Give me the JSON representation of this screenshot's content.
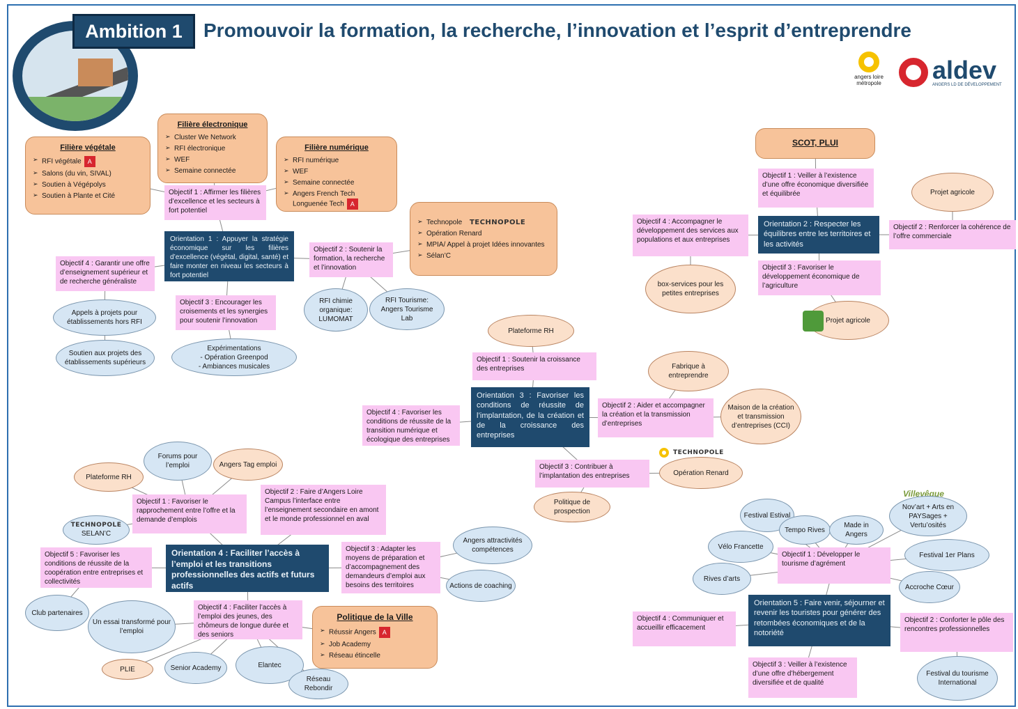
{
  "header": {
    "ambition": "Ambition 1",
    "title": "Promouvoir la formation, la recherche, l’innovation et l’esprit d’entreprendre"
  },
  "logos": {
    "alm": "angers loire métropole",
    "aldev": "aldev",
    "aldev_sub": "ANGERS LD DE DÉVELOPPEMENT",
    "technopole": "TECHNOPOLE"
  },
  "o1": {
    "orientation": "Orientation 1 : Appuyer la stratégie économique sur les filières d’excellence (végétal, digital, santé) et faire monter en niveau les secteurs à fort potentiel",
    "obj1": "Objectif 1 : Affirmer les filières d’excellence et les secteurs à fort potentiel",
    "obj2": "Objectif 2 : Soutenir la formation, la recherche et l’innovation",
    "obj3": "Objectif 3 : Encourager les croisements et les synergies pour soutenir l’innovation",
    "obj4": "Objectif 4 : Garantir une offre d’enseignement supérieur et de recherche généraliste",
    "vegetale": {
      "title": "Filière végétale",
      "items": [
        "RFI végétale",
        "Salons (du vin, SIVAL)",
        "Soutien à Végépolys",
        "Soutien à Plante et Cité"
      ]
    },
    "electronique": {
      "title": "Filière électronique",
      "items": [
        "Cluster We Network",
        "RFI électronique",
        "WEF",
        "Semaine connectée"
      ]
    },
    "numerique": {
      "title": "Filière numérique",
      "items": [
        "RFI numérique",
        "WEF",
        "Semaine connectée",
        "Angers French Tech Longuenée Tech"
      ]
    },
    "techno": {
      "items": [
        "Technopole",
        "Opération Renard",
        "MPIA/ Appel à projet Idées innovantes",
        "Sélan’C"
      ]
    },
    "rfi_chimie": "RFI chimie organique: LUMOMAT",
    "rfi_tourisme": "RFI Tourisme: Angers Tourisme Lab",
    "appels": "Appels à projets pour établissements hors RFI",
    "soutien_projets": "Soutien aux projets des établissements supérieurs",
    "experimentations": "Expérimentations",
    "exp_items": [
      "Opération Greenpod",
      "Ambiances musicales"
    ]
  },
  "o2": {
    "scot": "SCOT, PLUI",
    "obj1": "Objectif 1 : Veiller à l’existence d’une offre économique diversifiée et équilibrée",
    "orientation": "Orientation 2 : Respecter les équilibres entre les territoires et les activités",
    "obj2": "Objectif 2 : Renforcer la cohérence de l’offre commerciale",
    "obj3": "Objectif 3 : Favoriser le développement économique de l’agriculture",
    "obj4": "Objectif 4 : Accompagner le développement des services aux populations et aux entreprises",
    "projet_agricole_top": "Projet agricole",
    "projet_agricole_bottom": "Projet agricole",
    "box_services": "box-services pour les petites entreprises"
  },
  "o3": {
    "plateforme": "Plateforme RH",
    "obj1": "Objectif 1 : Soutenir la croissance des entreprises",
    "orientation": "Orientation 3 : Favoriser les conditions de réussite de l’implantation, de la création et de la croissance des entreprises",
    "obj2": "Objectif 2 : Aider et accompagner la création et la transmission d’entreprises",
    "obj3": "Objectif 3 : Contribuer à l’implantation des entreprises",
    "obj4": "Objectif 4 : Favoriser les conditions de réussite de la transition numérique et écologique des entreprises",
    "fabrique": "Fabrique à entreprendre",
    "maison": "Maison de la création et transmission d’entreprises (CCI)",
    "operation_renard": "Opération Renard",
    "politique_prospection": "Politique de prospection"
  },
  "o4": {
    "orientation": "Orientation 4 : Faciliter l’accès à l’emploi et les transitions professionnelles des actifs et futurs actifs",
    "obj1": "Objectif 1 : Favoriser le rapprochement entre l’offre et la demande d’emplois",
    "obj2": "Objectif 2 : Faire d’Angers Loire Campus l’interface entre l’enseignement secondaire en amont et le monde professionnel en aval",
    "obj3": "Objectif 3 : Adapter les moyens de préparation et d’accompagnement des demandeurs d’emploi aux besoins des territoires",
    "obj4": "Objectif 4 : Faciliter l’accès à l’emploi des jeunes, des chômeurs de longue durée et des seniors",
    "obj5": "Objectif 5 : Favoriser les conditions de réussite de la coopération entre entreprises et collectivités",
    "forums": "Forums pour l’emploi",
    "angers_tag": "Angers Tag emploi",
    "plateforme_rh": "Plateforme RH",
    "selanc": "SELAN’C",
    "angers_attractivites": "Angers attractivités compétences",
    "actions_coaching": "Actions de coaching",
    "club": "Club partenaires",
    "un_essai": "Un essai transformé pour l’emploi",
    "plie": "PLIE",
    "senior": "Senior Academy",
    "elantec": "Elantec",
    "reseau": "Réseau Rebondir",
    "politique_ville": {
      "title": "Politique de la Ville",
      "items": [
        "Réussir Angers",
        "Job Academy",
        "Réseau étincelle"
      ]
    }
  },
  "o5": {
    "orientation": "Orientation 5 : Faire venir, séjourner et revenir les touristes pour générer des retombées économiques et de la notoriété",
    "obj1": "Objectif 1 : Développer le tourisme d’agrément",
    "obj2": "Objectif 2 : Conforter le pôle des rencontres professionnelles",
    "obj3": "Objectif 3 : Veiller à l’existence d’une offre d’hébergement diversifiée et de qualité",
    "obj4": "Objectif 4 : Communiquer et accueillir efficacement",
    "festival_estival": "Festival Estival",
    "tempo_rives": "Tempo Rives",
    "made_in_angers": "Made in Angers",
    "novart": "Nov’art + Arts en PAYSages + Vertu’osités",
    "villeveque": "Villevêque",
    "velo": "Vélo Francette",
    "festival_1er": "Festival 1er Plans",
    "rives_arts": "Rives d’arts",
    "accroche": "Accroche Cœur",
    "festival_tourisme": "Festival du tourisme International"
  },
  "colors": {
    "navy": "#1f4a6e",
    "pink": "#f9c7f2",
    "orange": "#f7c39a",
    "ellipse_blue": "#d6e6f4",
    "ellipse_peach": "#fbe0cb",
    "frame": "#2d6fb0",
    "aldev_red": "#d7262e"
  }
}
